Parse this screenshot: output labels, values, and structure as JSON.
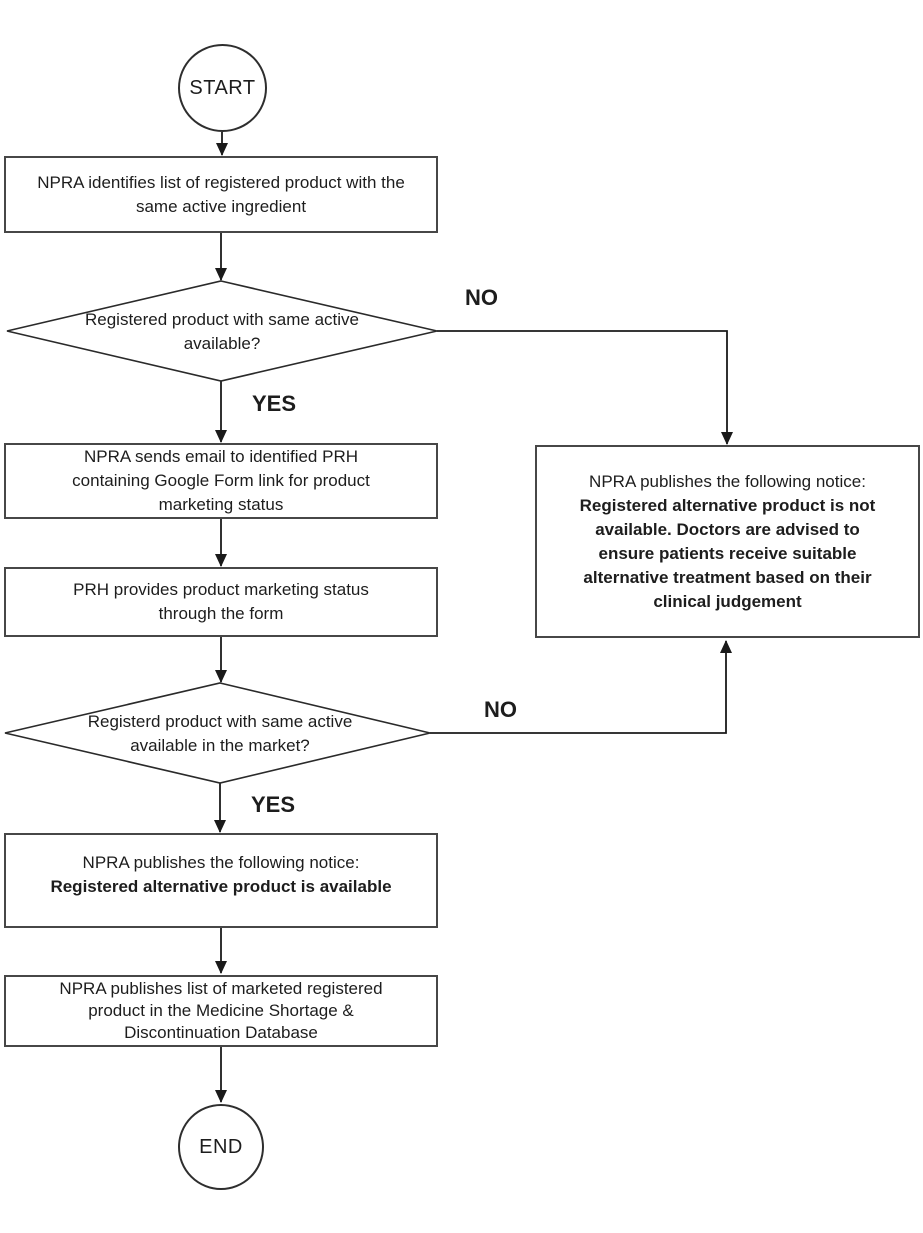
{
  "colors": {
    "background": "#ffffff",
    "line": "#1a1a1a",
    "box_border": "#474747",
    "text": "#1d1d1d"
  },
  "flowchart": {
    "start": {
      "label": "START"
    },
    "box_identify": {
      "lines": [
        "NPRA identifies list of registered product with the",
        "same active ingredient"
      ]
    },
    "decision_available": {
      "lines": [
        "Registered product with same active",
        "available?"
      ],
      "no_label": "NO",
      "yes_label": "YES"
    },
    "box_notice_not_available": {
      "line_regular": "NPRA publishes the following notice:",
      "lines_bold": [
        "Registered alternative product is not",
        "available. Doctors are advised to",
        "ensure patients receive suitable",
        "alternative treatment based on their",
        "clinical judgement"
      ]
    },
    "box_send_email": {
      "lines": [
        "NPRA sends email to identified PRH",
        "containing Google Form link for product",
        "marketing status"
      ]
    },
    "box_prh_provides": {
      "lines": [
        "PRH provides product marketing status",
        "through the form"
      ]
    },
    "decision_market": {
      "lines": [
        "Registerd product with same active",
        "available in the market?"
      ],
      "no_label": "NO",
      "yes_label": "YES"
    },
    "box_notice_available": {
      "line_regular": "NPRA publishes the following notice:",
      "line_bold": "Registered alternative product is available"
    },
    "box_publish_list": {
      "lines": [
        "NPRA publishes list of marketed registered",
        "product in the Medicine Shortage &",
        "Discontinuation Database"
      ]
    },
    "end": {
      "label": "END"
    }
  }
}
